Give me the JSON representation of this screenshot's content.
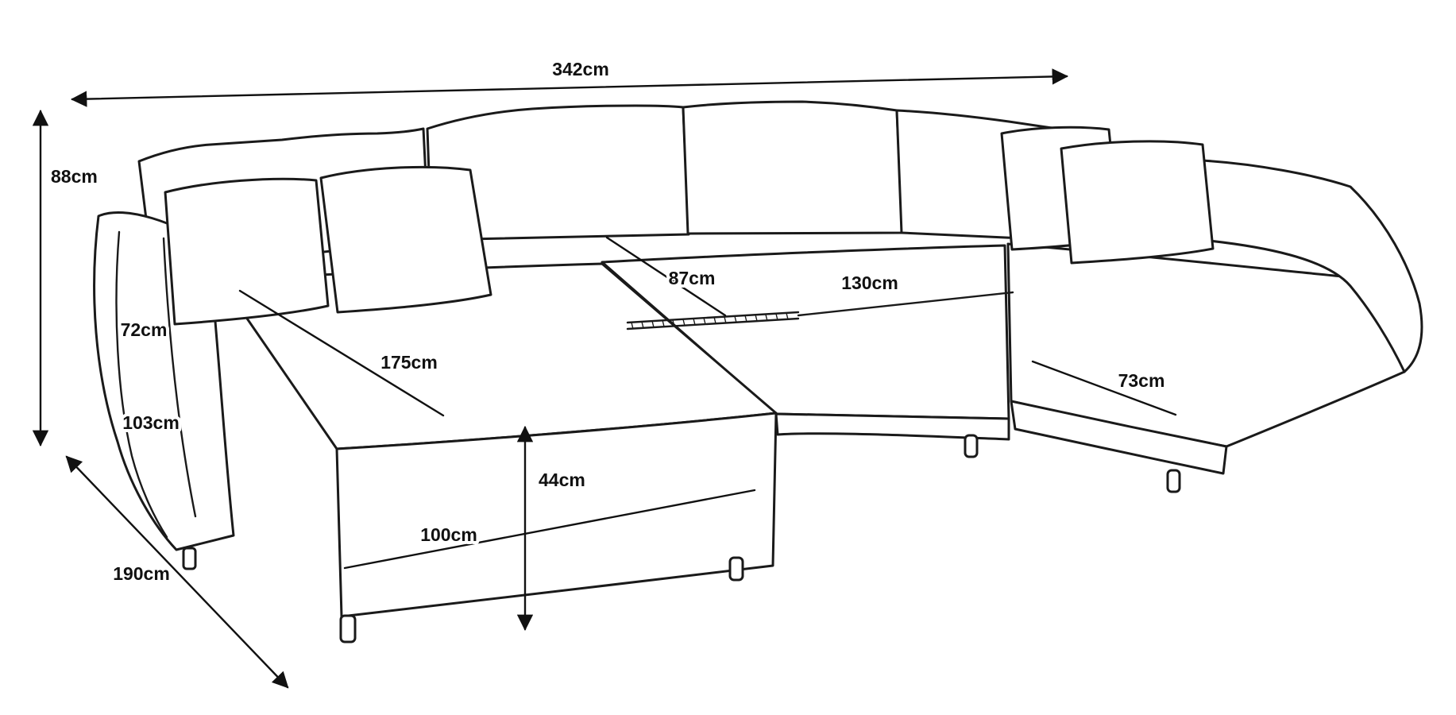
{
  "colors": {
    "line": "#1a1a1a",
    "background": "#ffffff"
  },
  "diagram": {
    "subject": "U-shaped sectional sofa dimension drawing",
    "unit": "cm",
    "labels": {
      "total_width": "342cm",
      "height": "88cm",
      "back_height": "72cm",
      "side_length": "103cm",
      "depth": "190cm",
      "chaise_length": "175cm",
      "front_length": "100cm",
      "seat_height": "44cm",
      "seat_depth": "87cm",
      "middle_width": "130cm",
      "right_depth": "73cm"
    }
  }
}
